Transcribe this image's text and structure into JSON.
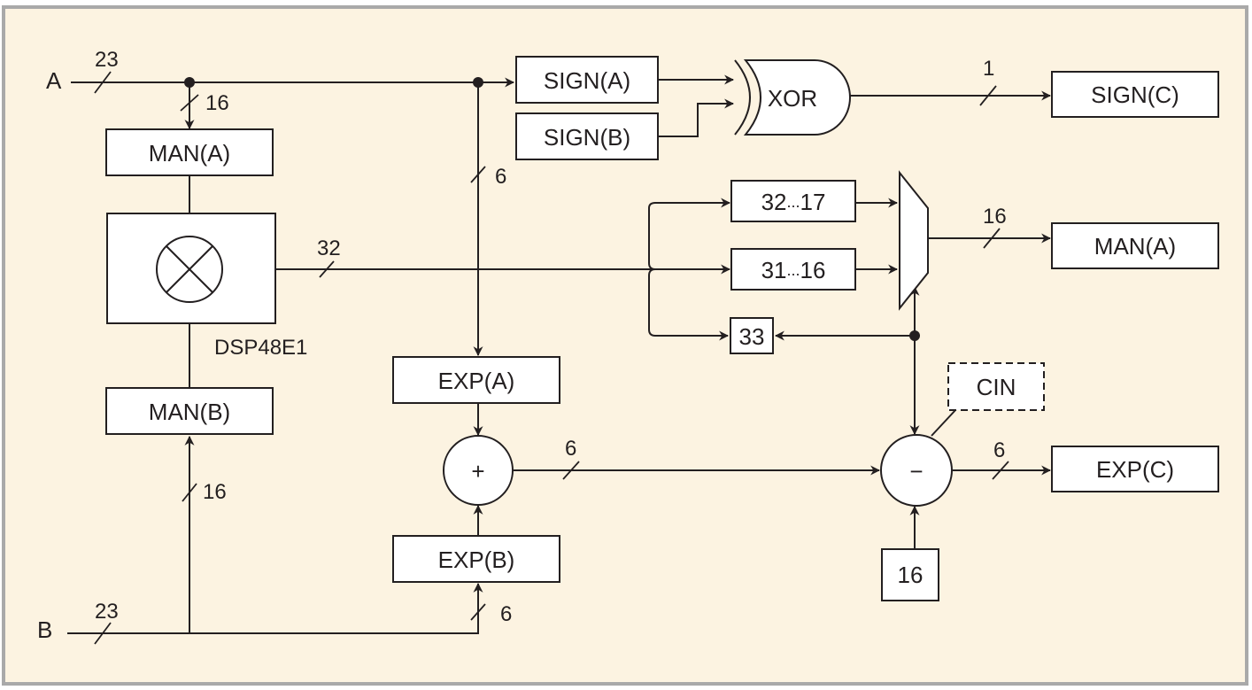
{
  "inputs": {
    "a": "A",
    "b": "B"
  },
  "buses": {
    "a_in": "23",
    "b_in": "23",
    "a_man": "16",
    "b_man": "16",
    "a_exp": "6",
    "b_exp": "6",
    "product": "32",
    "sign_out": "1",
    "man_out": "16",
    "exp_sum": "6",
    "exp_out": "6"
  },
  "blocks": {
    "sign_a": "SIGN(A)",
    "sign_b": "SIGN(B)",
    "xor": "XOR",
    "sign_c": "SIGN(C)",
    "man_a": "MAN(A)",
    "man_b": "MAN(B)",
    "dsp": "DSP48E1",
    "exp_a": "EXP(A)",
    "exp_b": "EXP(B)",
    "adder": "+",
    "subtractor": "−",
    "bits_hi": "32",
    "bits_hi_sep": "...",
    "bits_hi_end": "17",
    "bits_lo": "31",
    "bits_lo_sep": "...",
    "bits_lo_end": "16",
    "bit_33": "33",
    "man_out": "MAN(A)",
    "exp_out": "EXP(C)",
    "cin": "CIN",
    "const_16": "16"
  }
}
